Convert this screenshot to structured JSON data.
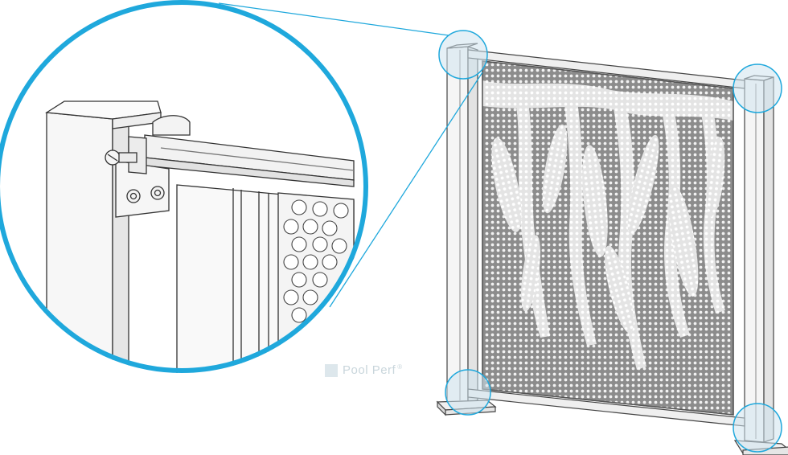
{
  "watermark": {
    "brand_text": "Pool Perf",
    "reg_mark": "®"
  },
  "colors": {
    "callout_blue": "#1fa8dc",
    "callout_fill": "#cfe3ee",
    "line": "#444444",
    "panel_fill": "#8e8e8e",
    "leaf_fill": "#d9d9d9",
    "post_fill": "#f4f4f4"
  },
  "icons": [
    "detail-callout",
    "bracket-bolt",
    "screw"
  ]
}
